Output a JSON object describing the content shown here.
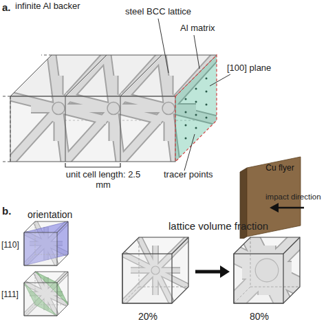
{
  "diagram": {
    "nodes": [
      {
        "text": [
          "Cu flyer"
        ]
      }
    ],
    "labels": [
      "a.",
      "infinite Al backer",
      "steel BCC lattice",
      "Al matrix",
      "[100] plane",
      "unit cell length: 2.5 mm",
      "tracer points",
      "impact direction",
      "b.",
      "orientation",
      "[110]",
      "[111]",
      "lattice volume fraction",
      "20%",
      "80%"
    ]
  }
}
